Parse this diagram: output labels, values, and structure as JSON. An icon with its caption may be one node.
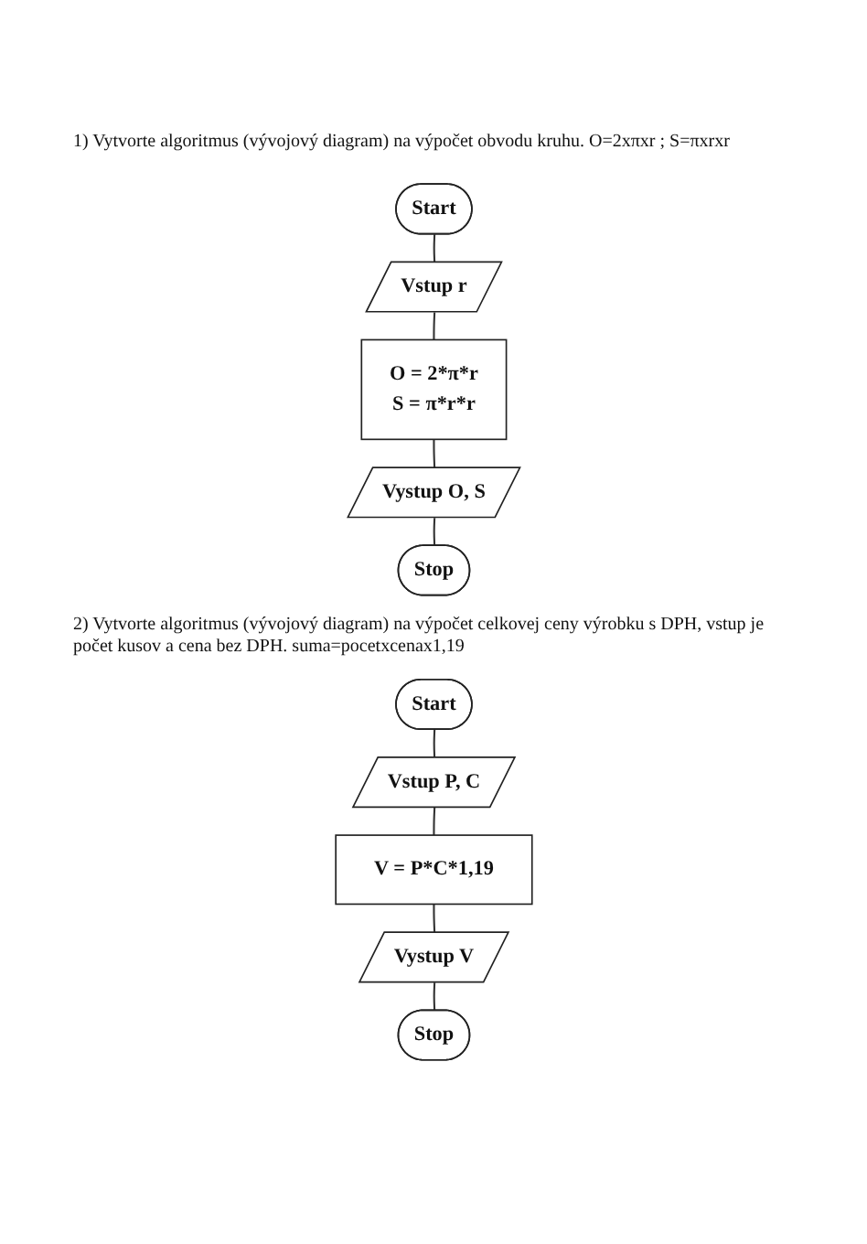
{
  "diagram": {
    "nodes": [
      {
        "text": [
          "Start"
        ]
      },
      {
        "text": [
          "Vstup r"
        ]
      },
      {
        "text": [
          "O = 2*π*r",
          "S = π*r*r"
        ]
      },
      {
        "text": [
          "Vystup O, S"
        ]
      },
      {
        "text": [
          "Stop"
        ]
      },
      {
        "text": [
          "Start"
        ]
      },
      {
        "text": [
          "Vstup P, C"
        ]
      },
      {
        "text": [
          "V = P*C*1,19"
        ]
      },
      {
        "text": [
          "Vystup V"
        ]
      },
      {
        "text": [
          "Stop"
        ]
      }
    ],
    "edges": [
      {
        "from": 0,
        "to": 1,
        "arrow": "none"
      },
      {
        "from": 1,
        "to": 2,
        "arrow": "none"
      },
      {
        "from": 2,
        "to": 3,
        "arrow": "none"
      },
      {
        "from": 3,
        "to": 4,
        "arrow": "none"
      },
      {
        "from": 5,
        "to": 6,
        "arrow": "none"
      },
      {
        "from": 6,
        "to": 7,
        "arrow": "none"
      },
      {
        "from": 7,
        "to": 8,
        "arrow": "none"
      },
      {
        "from": 8,
        "to": 9,
        "arrow": "none"
      }
    ],
    "labels": [
      "1) Vytvorte algoritmus (vývojový diagram) na výpočet obvodu kruhu. O=2xπxr ; S=πxrxr",
      "2) Vytvorte algoritmus (vývojový diagram) na výpočet celkovej ceny výrobku s DPH, vstup je počet kusov a cena bez DPH. suma=pocetxcenax1,19"
    ]
  }
}
